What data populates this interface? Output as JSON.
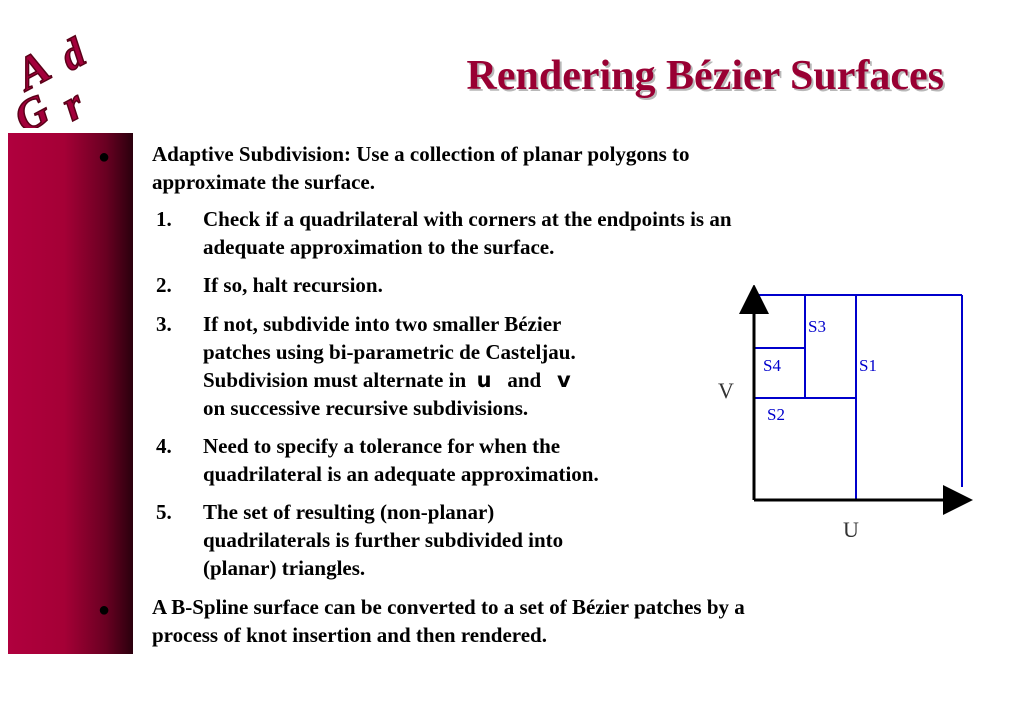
{
  "slide": {
    "title": "Rendering Bézier Surfaces",
    "logo_text": "AdGr",
    "bullets": [
      {
        "symbol": "●",
        "lines": [
          "Adaptive Subdivision: Use a collection of planar polygons to",
          "approximate the surface."
        ]
      },
      {
        "symbol": "●",
        "lines": [
          "A B-Spline surface can be converted to a set of Bézier patches by a",
          "process of knot insertion and then rendered."
        ]
      }
    ],
    "steps": [
      {
        "number": "1.",
        "lines": [
          "Check if a quadrilateral with corners at the endpoints is an",
          "adequate approximation to the surface."
        ]
      },
      {
        "number": "2.",
        "lines": [
          "If so, halt recursion."
        ]
      },
      {
        "number": "3.",
        "lines": [
          "If not, subdivide into two smaller Bézier",
          "patches using bi-parametric de Casteljau.",
          "Subdivision must alternate in",
          "on successive recursive subdivisions."
        ],
        "inline_symbols": [
          "u",
          "and",
          "v"
        ]
      },
      {
        "number": "4.",
        "lines": [
          "Need to specify a tolerance for when the",
          "quadrilateral is an adequate approximation."
        ]
      },
      {
        "number": "5.",
        "lines": [
          "The set of resulting (non-planar)",
          "quadrilaterals is further subdivided into",
          "(planar) triangles."
        ]
      }
    ]
  },
  "diagram": {
    "axis_v": "V",
    "axis_u": "U",
    "regions": [
      "S1",
      "S2",
      "S3",
      "S4"
    ],
    "colors": {
      "lines": "#0000cc",
      "axes": "#000000",
      "labels": "#0000cc"
    }
  },
  "theme": {
    "accent": "#990033",
    "sidebar": "#a50036"
  }
}
